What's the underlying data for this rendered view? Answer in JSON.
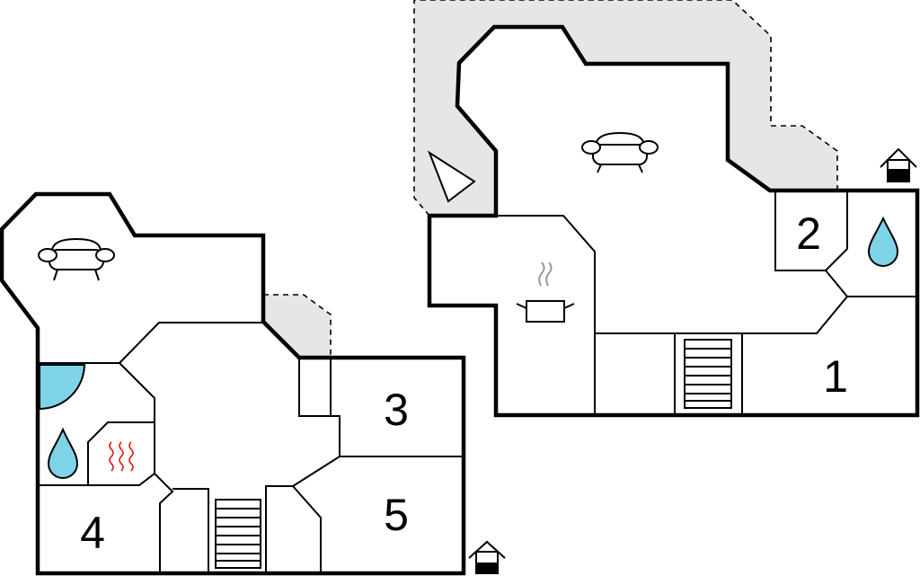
{
  "rooms": {
    "r1": "1",
    "r2": "2",
    "r3": "3",
    "r4": "4",
    "r5": "5"
  },
  "icons": {
    "living": "sofa-icon",
    "kitchen": "cooking-pot-icon",
    "bath": "water-drop-icon",
    "sauna": "sauna-heat-icon",
    "stairs": "stairs-icon",
    "entrance": "entrance-house-icon",
    "shower": "shower-tray-icon",
    "bed_wedge": "wedge-icon"
  },
  "colors": {
    "wall": "#000000",
    "terrace": "#e6e6e6",
    "water": "#7fd3e6",
    "heat": "#e02020"
  }
}
